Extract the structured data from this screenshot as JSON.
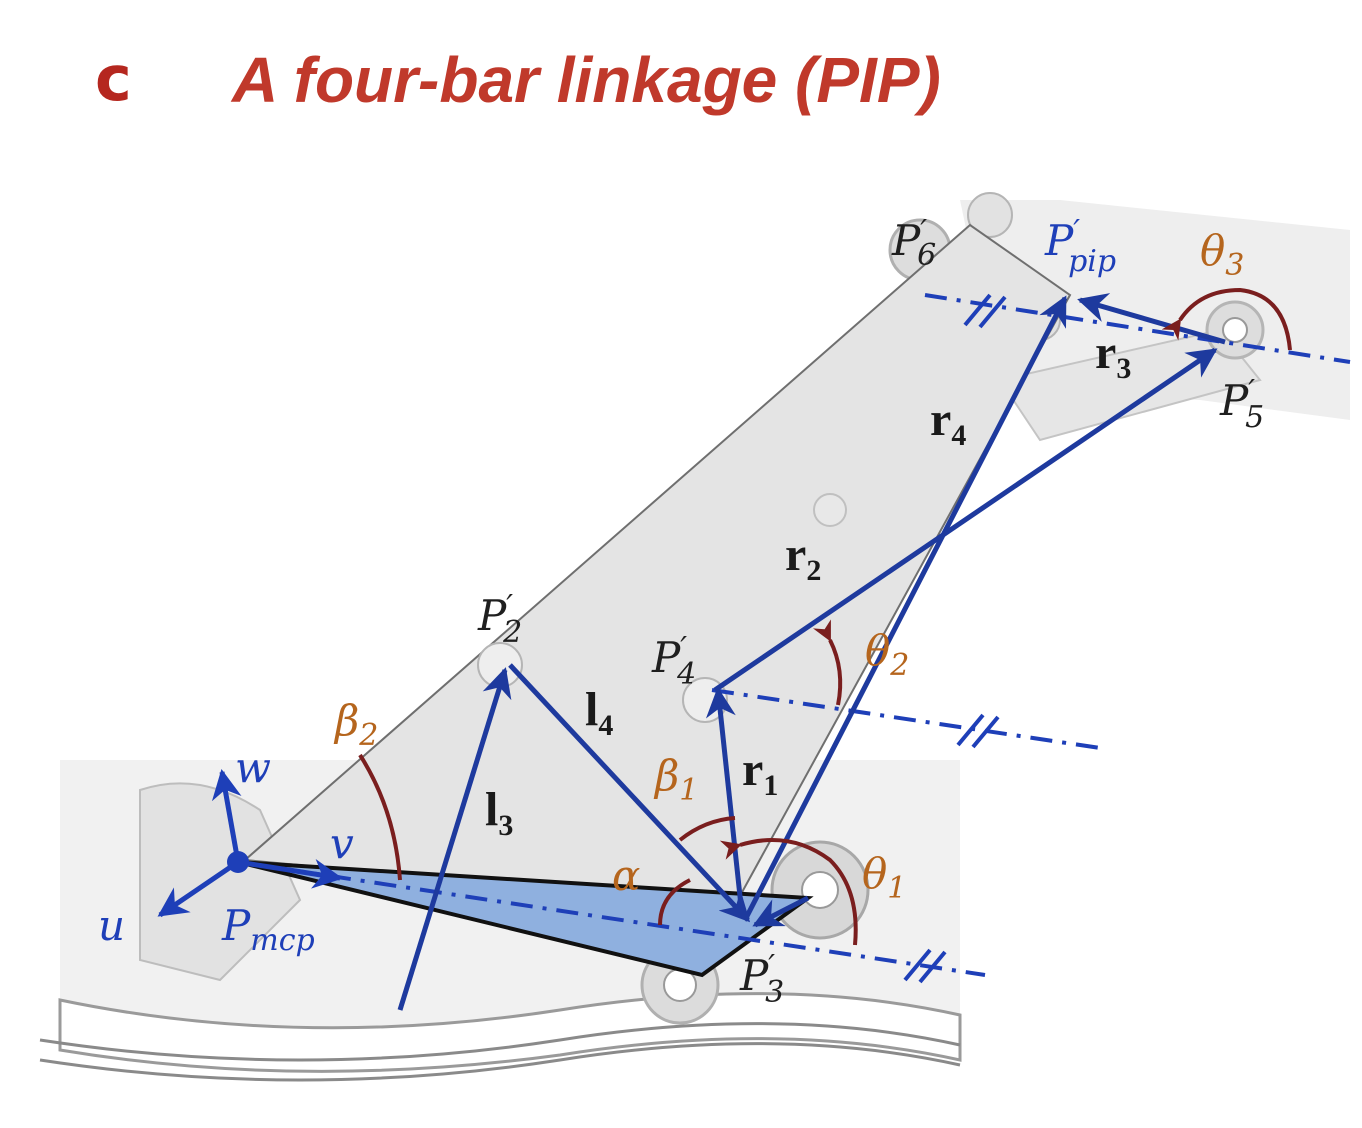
{
  "panel_letter": "c",
  "title": "A four-bar linkage (PIP)",
  "labels": {
    "p6": {
      "main": "P",
      "sup": "′",
      "sub": "6"
    },
    "ppip": {
      "main": "P",
      "sup": "′",
      "sub": "pip"
    },
    "theta3": {
      "main": "θ",
      "sub": "3"
    },
    "r3": {
      "main": "r",
      "sub": "3"
    },
    "p5": {
      "main": "P",
      "sup": "′",
      "sub": "5"
    },
    "r4": {
      "main": "r",
      "sub": "4"
    },
    "r2": {
      "main": "r",
      "sub": "2"
    },
    "p2": {
      "main": "P",
      "sup": "′",
      "sub": "2"
    },
    "p4": {
      "main": "P",
      "sup": "′",
      "sub": "4"
    },
    "theta2": {
      "main": "θ",
      "sub": "2"
    },
    "beta2": {
      "main": "β",
      "sub": "2"
    },
    "l4": {
      "main": "l",
      "sub": "4"
    },
    "w": {
      "main": "w"
    },
    "beta1": {
      "main": "β",
      "sub": "1"
    },
    "r1": {
      "main": "r",
      "sub": "1"
    },
    "l3": {
      "main": "l",
      "sub": "3"
    },
    "v": {
      "main": "v"
    },
    "alpha": {
      "main": "α"
    },
    "theta1": {
      "main": "θ",
      "sub": "1"
    },
    "u": {
      "main": "u"
    },
    "pmcp": {
      "main": "P",
      "sub": "mcp"
    },
    "p3": {
      "main": "P",
      "sup": "′",
      "sub": "3"
    }
  },
  "colors": {
    "title": "#c0392b",
    "vector": "#1e3a9e",
    "frame": "#1e3fb8",
    "angle": "#b5651d",
    "angle_arc": "#7a1e1e",
    "link_fill": "#e4e4e4",
    "triangle_fill": "#8fb0df"
  }
}
